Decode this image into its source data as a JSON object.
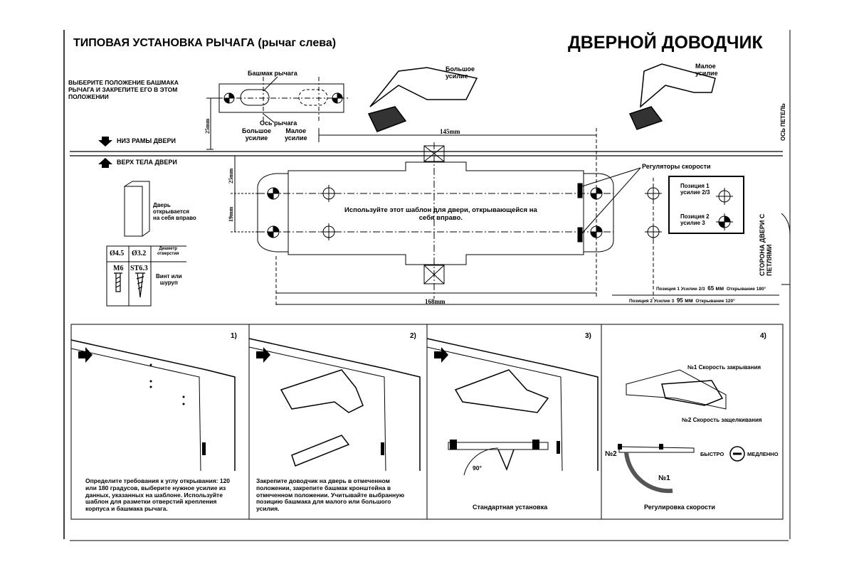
{
  "header": {
    "title": "ТИПОВАЯ УСТАНОВКА РЫЧАГА (рычаг слева)",
    "product": "ДВЕРНОЙ ДОВОДЧИК"
  },
  "template": {
    "choose_shoe": "ВЫБЕРИТЕ ПОЛОЖЕНИЕ БАШМАКА\nРЫЧАГА И ЗАКРЕПИТЕ ЕГО В ЭТОМ\nПОЛОЖЕНИИ",
    "lever_shoe": "Башмак рычага",
    "lever_axis": "Ось рычага",
    "big_force_small": "Большое\nусилие",
    "small_force_small": "Малое\nусилие",
    "big_force": "Большое\nусилие",
    "small_force": "Малое\nусилие",
    "hinge_axis": "ОСЬ ПЕТЕЛЬ",
    "frame_bottom": "НИЗ РАМЫ ДВЕРИ",
    "door_top": "ВЕРХ ТЕЛА ДВЕРИ",
    "door_opens": "Дверь\nоткрывается\nна себя вправо",
    "speed_regulators": "Регуляторы скорости",
    "use_template": "Используйте этот шаблон для двери, открывающейся на\nсебя вправо.",
    "pos1": "Позиция 1\nусилие 2/3",
    "pos2": "Позиция 2\nусилие 3",
    "hinge_side": "СТОРОНА ДВЕРИ С ПЕТЛЯМИ",
    "dim_145": "145mm",
    "dim_168": "168mm",
    "dim_25a": "25mm",
    "dim_25b": "25mm",
    "dim_19": "19mm",
    "pos1_line": "Позиция 1  Усилие 2/3",
    "pos1_mm": "65 мм",
    "pos1_open": "Открывание 180°",
    "pos2_line": "Позиция 2  Усилие 3",
    "pos2_mm": "95 мм",
    "pos2_open": "Открывание 120°"
  },
  "hole_table": {
    "d1": "Ø4.5",
    "d2": "Ø3.2",
    "d_label": "Диаметр\nотверстия",
    "s1": "M6",
    "s2": "ST6.3",
    "s_label": "Винт или\nшуруп"
  },
  "steps": [
    {
      "num": "1)",
      "text": "Определите требования к углу открывания: 120\nили 180 градусов, выберите нужное усилие из\nданных, указанных на шаблоне. Используйте\nшаблон для разметки отверстий крепления\nкорпуса и башмака рычага."
    },
    {
      "num": "2)",
      "text": "Закрепите доводчик на дверь в отмеченном\nположении, закрепите башмак кронштейна в\nотмеченном положении. Учитывайте выбранную\nпозицию башмака для малого или большого\nусилия."
    },
    {
      "num": "3)",
      "text": "Стандартная установка",
      "angle": "90°"
    },
    {
      "num": "4)",
      "text": "Регулировка скорости",
      "speed1": "№1 Скорость закрывания",
      "speed2": "№2 Скорость защелкивания",
      "n2": "№2",
      "n1": "№1",
      "fast": "БЫСТРО",
      "slow": "МЕДЛЕННО"
    }
  ]
}
